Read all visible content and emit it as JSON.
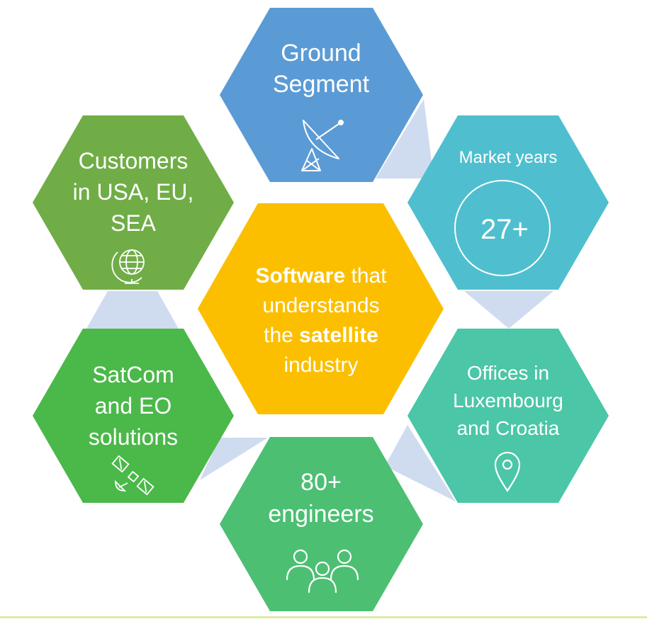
{
  "center": {
    "part1_bold": "Software",
    "part1_rest": " that",
    "line2": "understands",
    "part3_pre": "the ",
    "part3_bold": "satellite",
    "line4": "industry",
    "color": "#fbbf00"
  },
  "ground_segment": {
    "line1": "Ground",
    "line2": "Segment",
    "icon": "satellite-dish-icon",
    "color": "#5b9bd5"
  },
  "market_years": {
    "label": "Market years",
    "value": "27+",
    "color": "#4fbfcf"
  },
  "offices": {
    "line1": "Offices in",
    "line2": "Luxembourg",
    "line3": "and Croatia",
    "icon": "map-pin-icon",
    "color": "#4bc6a6"
  },
  "engineers": {
    "line1": "80+",
    "line2": "engineers",
    "icon": "people-group-icon",
    "color": "#4cbf73"
  },
  "satcom": {
    "line1": "SatCom",
    "line2": "and EO",
    "line3": "solutions",
    "icon": "satellite-icon",
    "color": "#4bb84a"
  },
  "customers": {
    "line1": "Customers",
    "line2": "in USA, EU,",
    "line3": "SEA",
    "icon": "globe-icon",
    "color": "#70ad47"
  },
  "connector_color": "#cfdcef"
}
